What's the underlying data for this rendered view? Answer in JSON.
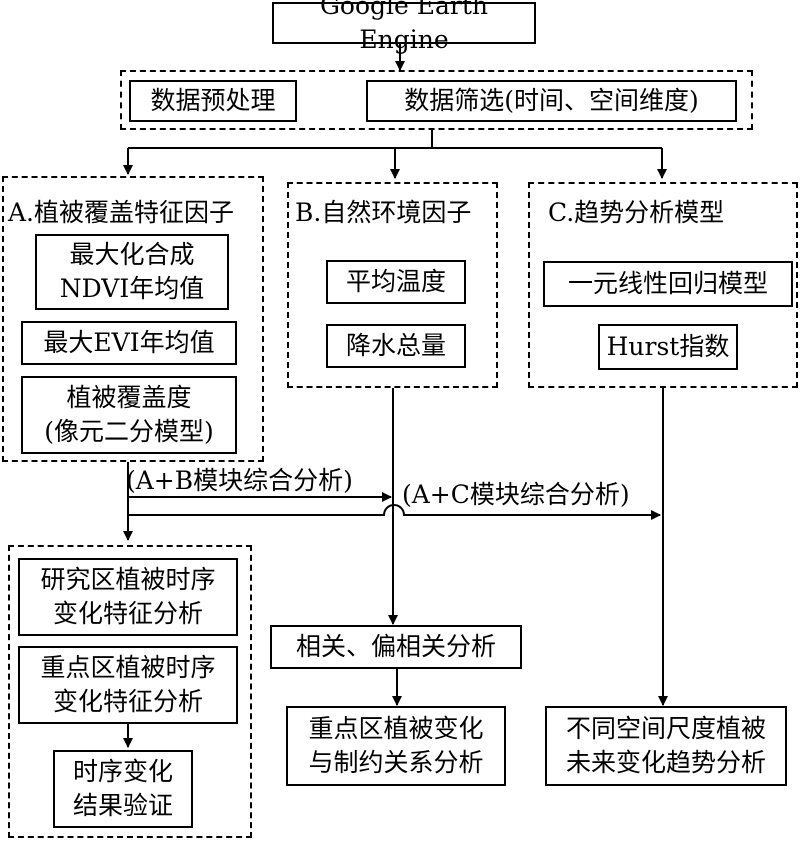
{
  "nodes": {
    "gee": "Google Earth Engine",
    "preprocess": "数据预处理",
    "filter": "数据筛选(时间、空间维度)",
    "group_a_title": "A.植被覆盖特征因子",
    "max_ndvi": "最大化合成\nNDVI年均值",
    "max_evi": "最大EVI年均值",
    "veg_cover": "植被覆盖度\n(像元二分模型)",
    "group_b_title": "B.自然环境因子",
    "avg_temp": "平均温度",
    "precip": "降水总量",
    "group_c_title": "C.趋势分析模型",
    "linear_reg": "一元线性回归模型",
    "hurst": "Hurst指数",
    "study_area": "研究区植被时序\n变化特征分析",
    "key_area": "重点区植被时序\n变化特征分析",
    "validation": "时序变化\n结果验证",
    "correlation": "相关、偏相关分析",
    "key_relation": "重点区植被变化\n与制约关系分析",
    "future_trend": "不同空间尺度植被\n未来变化趋势分析"
  },
  "edge_labels": {
    "ab": "(A+B模块综合分析)",
    "ac": "(A+C模块综合分析)"
  }
}
